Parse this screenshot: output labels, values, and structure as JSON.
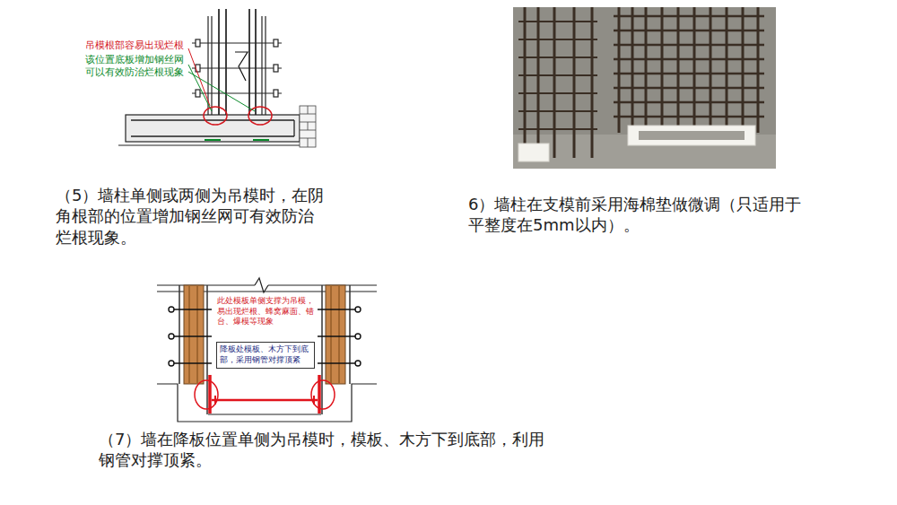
{
  "diagram": {
    "nodes": [
      {
        "text": [
          "降板处模板、木方下到底部，采用钢管对撑顶紧"
        ]
      }
    ],
    "labels": [
      "吊模根部容易出现烂根",
      "该位置底板增加钢丝网可以有效防治烂根现象",
      "（5）墙柱单侧或两侧为吊模时，在阴角根部的位置增加钢丝网可有效防治烂根现象。",
      "6）墙柱在支模前采用海棉垫做微调（只适用于平整度在5mm以内）。",
      "此处模板单侧支撑为吊模，易出现烂根、蜂窝麻面、错台、爆模等现象",
      "（7）墙在降板位置单侧为吊模时，模板、木方下到底部，利用钢管对撑顶紧。"
    ]
  }
}
